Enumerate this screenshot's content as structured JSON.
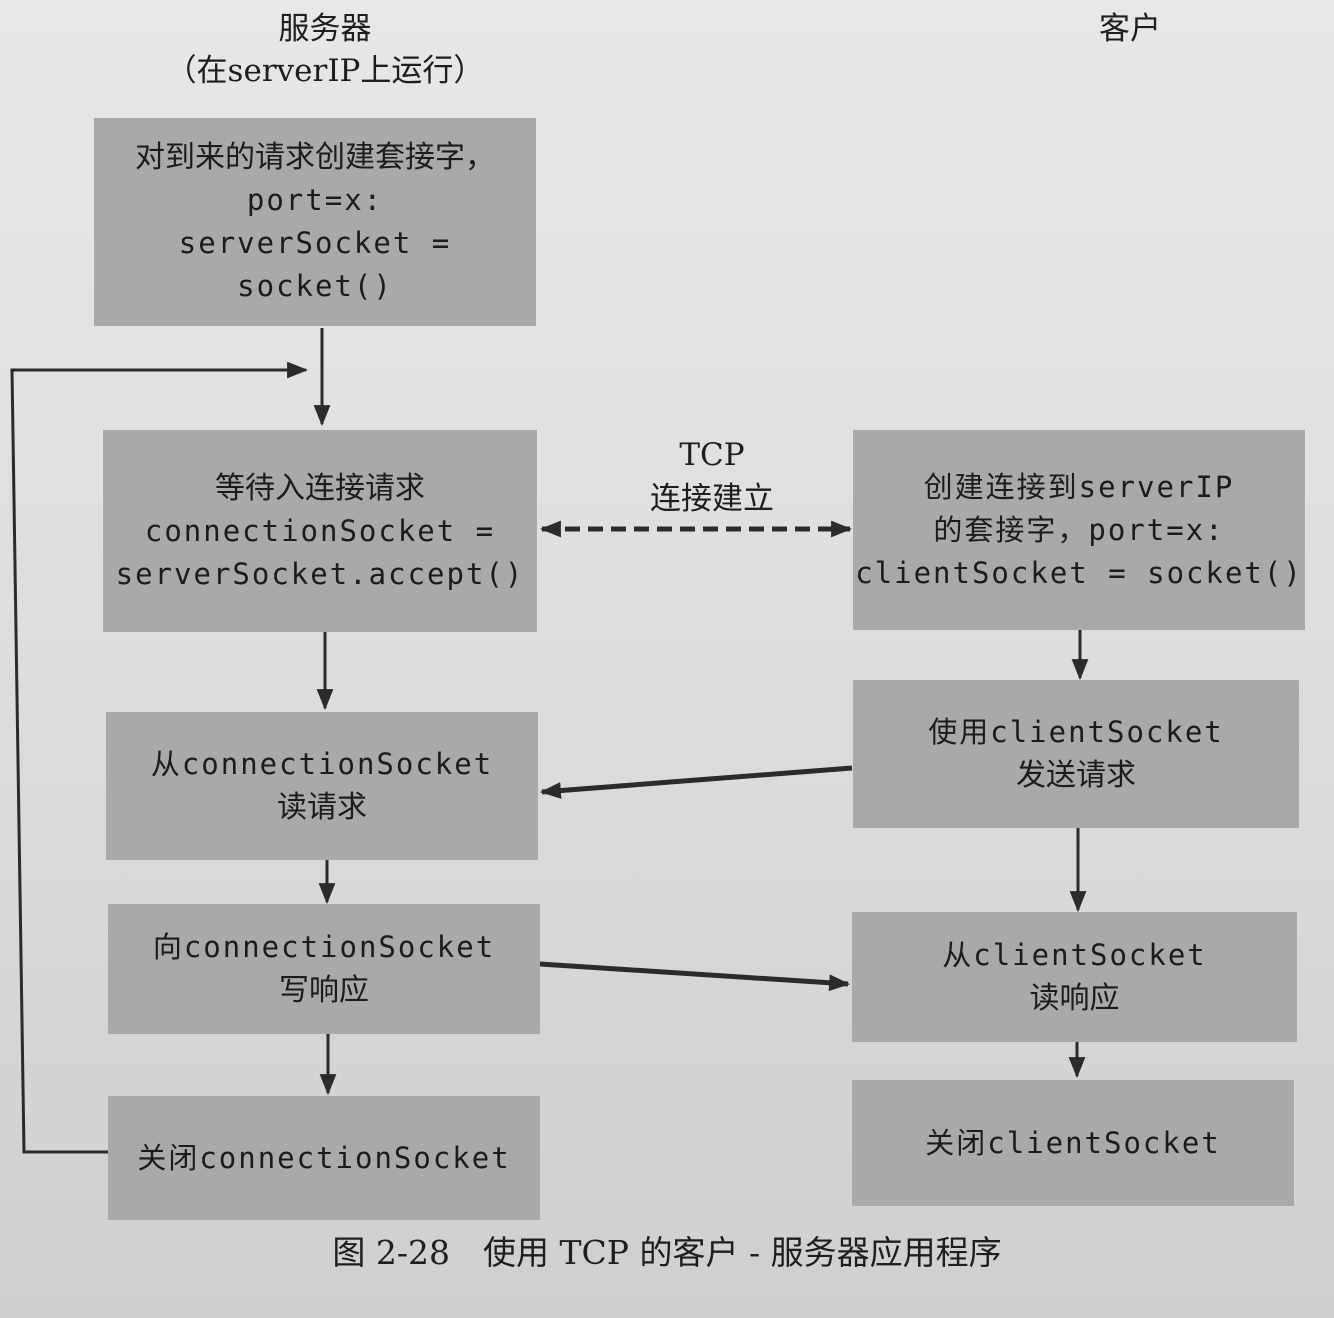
{
  "headers": {
    "server_title": "服务器",
    "server_subtitle": "（在serverIP上运行）",
    "client_title": "客户"
  },
  "server": {
    "create_socket": {
      "line1": "对到来的请求创建套接字，",
      "line2": "port=x:",
      "line3": "serverSocket =",
      "line4": "socket()"
    },
    "wait_connection": {
      "line1": "等待入连接请求",
      "line2": "connectionSocket =",
      "line3": "serverSocket.accept()"
    },
    "read_request": {
      "line1": "从connectionSocket",
      "line2": "读请求"
    },
    "write_response": {
      "line1": "向connectionSocket",
      "line2": "写响应"
    },
    "close_socket": {
      "line1": "关闭connectionSocket"
    }
  },
  "client": {
    "create_connection": {
      "line1": "创建连接到serverIP",
      "line2": "的套接字，port=x:",
      "line3": "clientSocket = socket()"
    },
    "send_request": {
      "line1": "使用clientSocket",
      "line2": "发送请求"
    },
    "read_response": {
      "line1": "从clientSocket",
      "line2": "读响应"
    },
    "close_socket": {
      "line1": "关闭clientSocket"
    }
  },
  "tcp_setup": {
    "line1": "TCP",
    "line2": "连接建立"
  },
  "caption": "图 2-28　使用 TCP 的客户 - 服务器应用程序",
  "colors": {
    "box_fill": "#a9a9a7",
    "arrow": "#2b2b2b",
    "page_background": "#e0e0de"
  }
}
